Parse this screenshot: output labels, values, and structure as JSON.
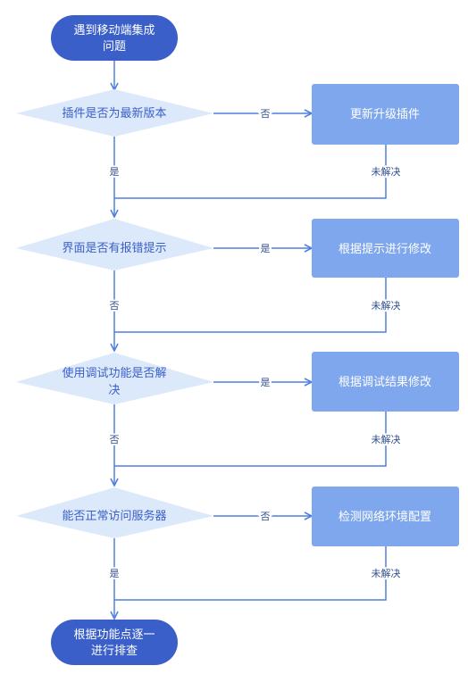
{
  "start": {
    "line1": "遇到移动端集成",
    "line2": "问题"
  },
  "end": {
    "line1": "根据功能点逐一",
    "line2": "进行排查"
  },
  "steps": [
    {
      "question": [
        "插件是否为最新版本"
      ],
      "side_label": "否",
      "action": "更新升级插件",
      "down_label": "是",
      "return_label": "未解决"
    },
    {
      "question": [
        "界面是否有报错提示"
      ],
      "side_label": "是",
      "action": "根据提示进行修改",
      "down_label": "否",
      "return_label": "未解决"
    },
    {
      "question": [
        "使用调试功能是否解",
        "决"
      ],
      "side_label": "是",
      "action": "根据调试结果修改",
      "down_label": "否",
      "return_label": "未解决"
    },
    {
      "question": [
        "能否正常访问服务器"
      ],
      "side_label": "否",
      "action": "检测网络环境配置",
      "down_label": "是",
      "return_label": "未解决"
    }
  ],
  "colors": {
    "terminal": "#3a5fc8",
    "diamond": "#dce9fb",
    "action": "#7fa7ee",
    "line": "#4f7fe0",
    "diamond_text": "#3a5fc8",
    "white": "#ffffff"
  }
}
